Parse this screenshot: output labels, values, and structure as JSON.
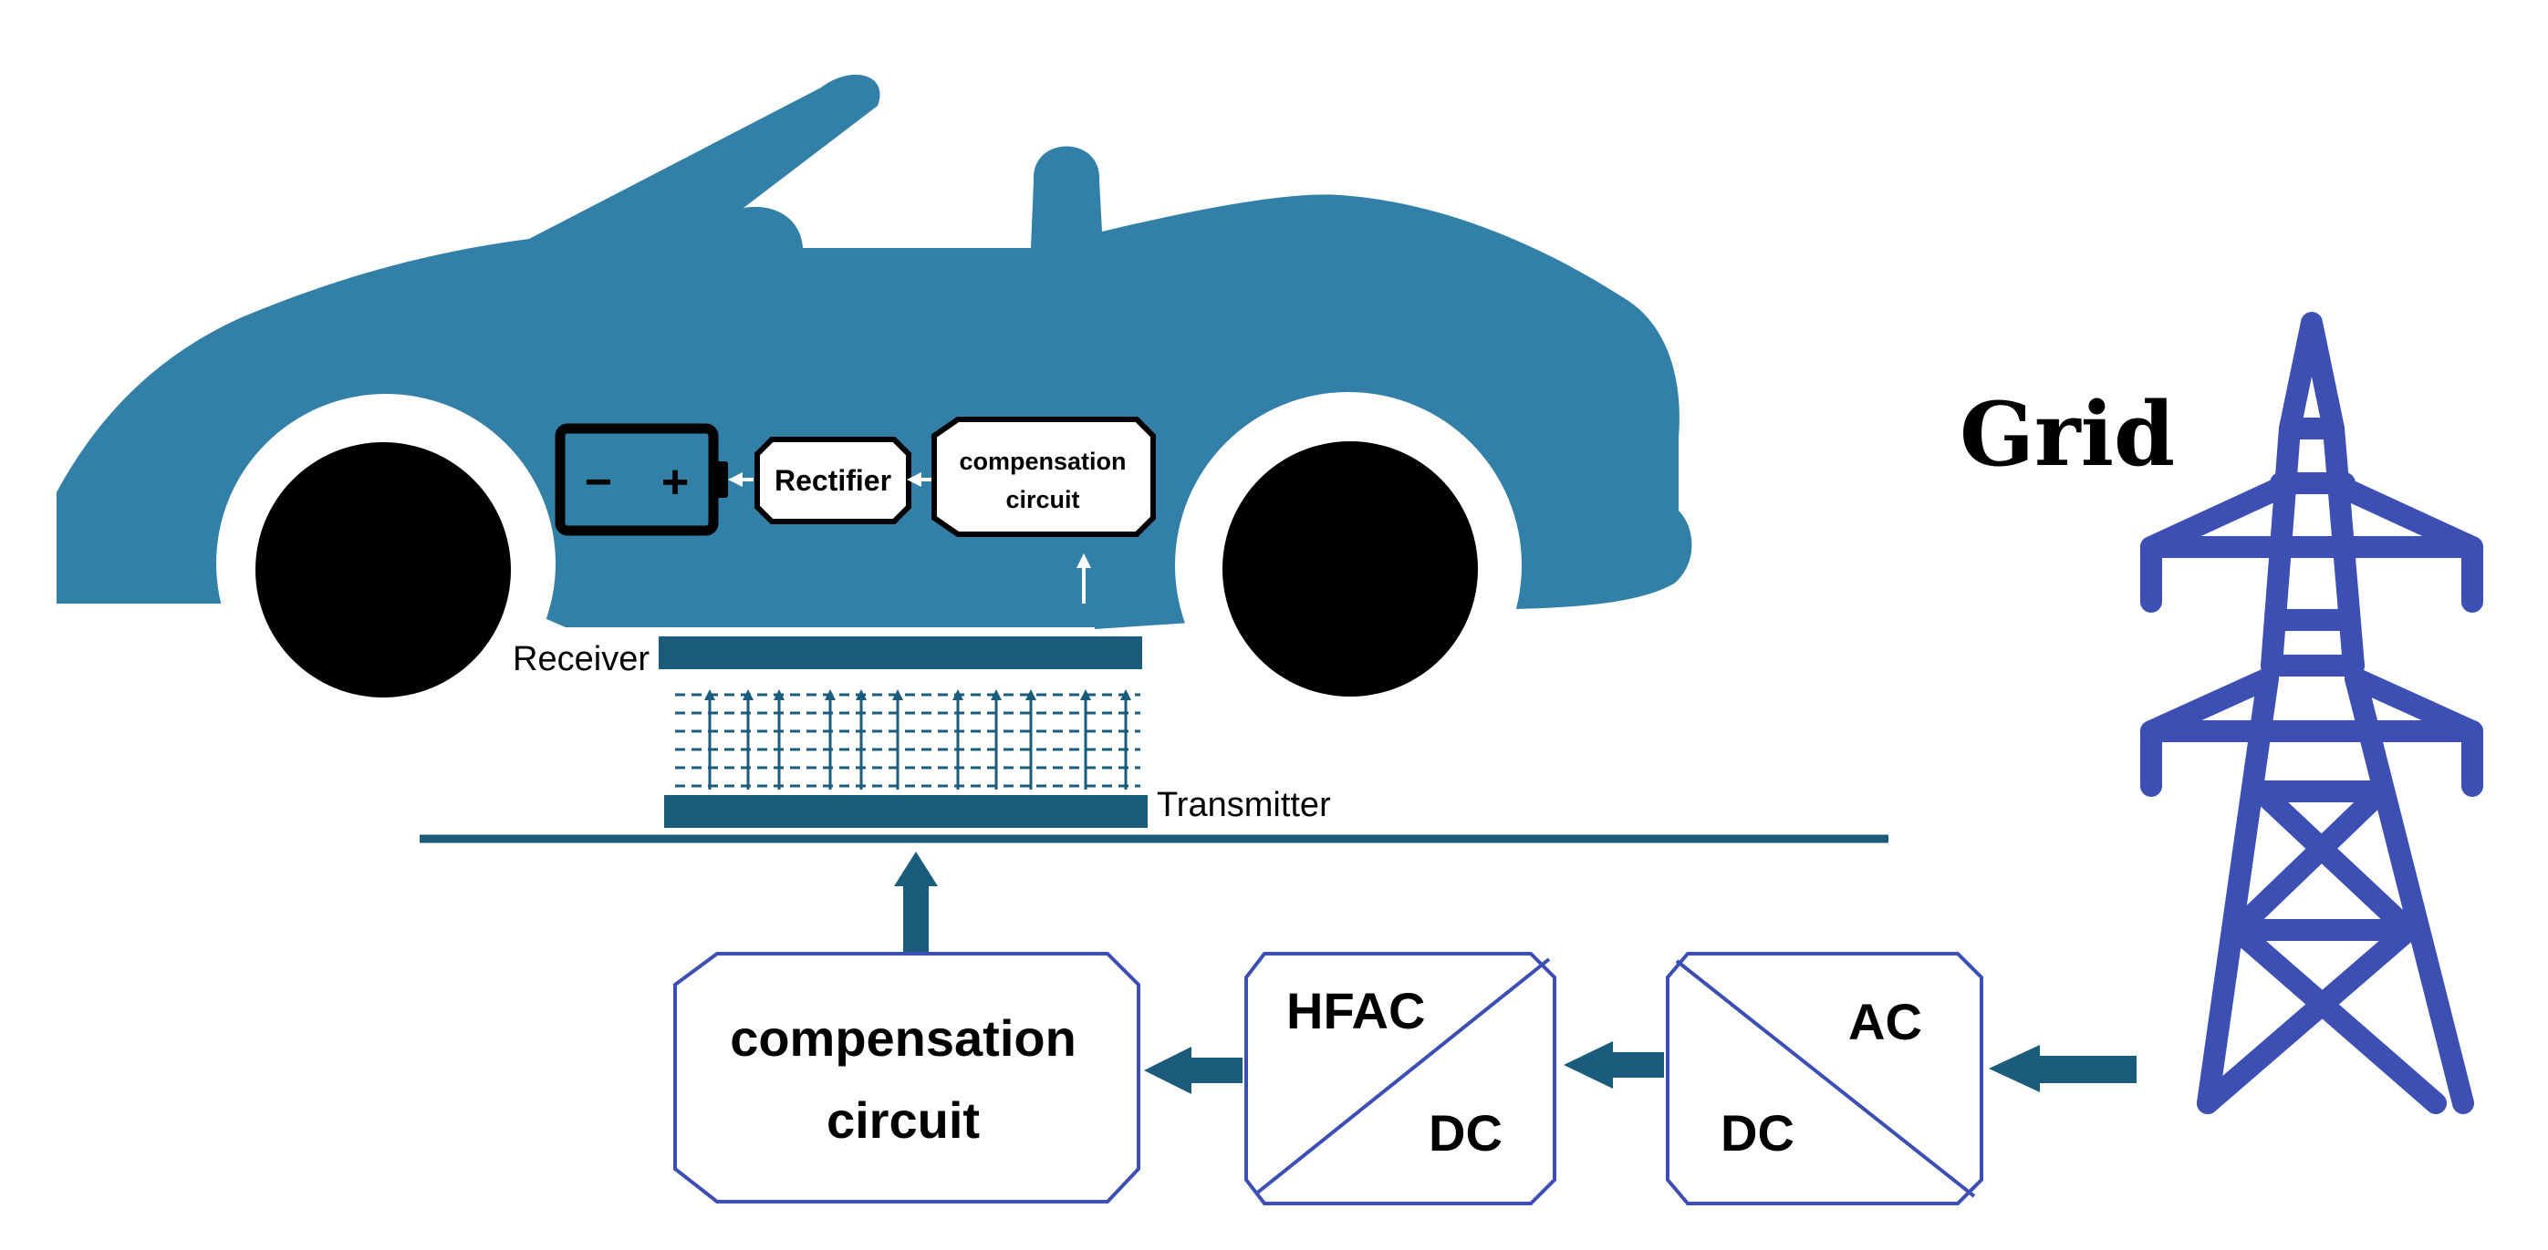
{
  "grid": {
    "label": "Grid"
  },
  "vehicle": {
    "battery": {
      "minus": "−",
      "plus": "+"
    },
    "rectifier_label": "Rectifier",
    "compensation_label_line1": "compensation",
    "compensation_label_line2": "circuit"
  },
  "coils": {
    "receiver_label": "Receiver",
    "transmitter_label": "Transmitter"
  },
  "ground_chain": {
    "compensation_label_line1": "compensation",
    "compensation_label_line2": "circuit",
    "hfac_dc": {
      "top": "HFAC",
      "bottom": "DC"
    },
    "ac_dc": {
      "top": "AC",
      "bottom": "DC"
    }
  },
  "colors": {
    "car": "#3280a8",
    "tower": "#3d4fb3",
    "dark_teal": "#1b5b7c",
    "box_stroke": "#3d4fb3",
    "black": "#000000"
  }
}
